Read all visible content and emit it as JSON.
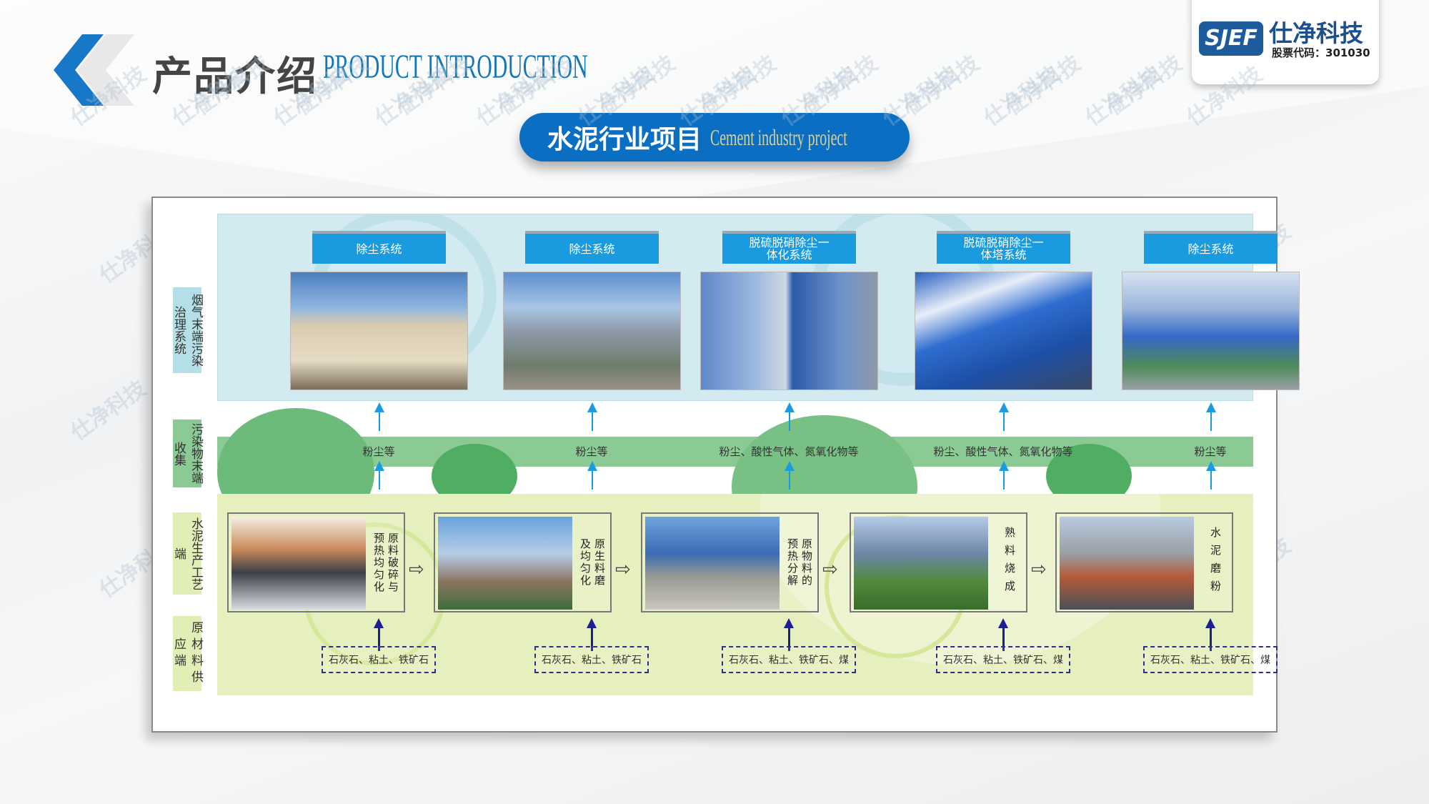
{
  "header": {
    "title_cn": "产品介绍",
    "title_en": "PRODUCT INTRODUCTION"
  },
  "logo": {
    "mark": "SJEF",
    "name": "仕净科技",
    "stock_code": "股票代码：301030"
  },
  "section": {
    "title_cn": "水泥行业项目",
    "title_en": "Cement industry project"
  },
  "watermark": "仕净科技",
  "row_labels": {
    "treatment": "烟气末端污染治理系统",
    "collection": "污染物末端收集",
    "process": "水泥生产工艺端",
    "supply": "原材料供应端"
  },
  "columns": [
    {
      "system": "除尘系统",
      "pollutants": "粉尘等",
      "process_cols": [
        "原料破碎与",
        "预热均匀化"
      ],
      "materials": "石灰石、粘土、铁矿石"
    },
    {
      "system": "除尘系统",
      "pollutants": "粉尘等",
      "process_cols": [
        "原生料磨",
        "及均匀化"
      ],
      "materials": "石灰石、粘土、铁矿石"
    },
    {
      "system": "脱硫脱硝除尘一体化系统",
      "pollutants": "粉尘、酸性气体、氮氧化物等",
      "process_cols": [
        "原物料的",
        "预热分解"
      ],
      "materials": "石灰石、粘土、铁矿石、煤"
    },
    {
      "system": "脱硫脱硝除尘一体塔系统",
      "pollutants": "粉尘、酸性气体、氮氧化物等",
      "process_cols": [
        "熟料烧成"
      ],
      "materials": "石灰石、粘土、铁矿石、煤"
    },
    {
      "system": "除尘系统",
      "pollutants": "粉尘等",
      "process_cols": [
        "水泥磨粉"
      ],
      "materials": "石灰石、粘土、铁矿石、煤"
    }
  ],
  "colors": {
    "accent": "#0a6fc2",
    "header_box": "#1a9be0",
    "band": "#8bc995",
    "process_bg": "#e6efbe",
    "treatment_bg": "#d3eaf0"
  }
}
